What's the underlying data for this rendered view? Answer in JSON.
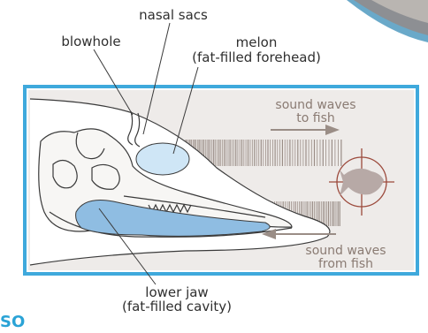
{
  "labels": {
    "nasal_sacs": "nasal sacs",
    "blowhole": "blowhole",
    "melon_line1": "melon",
    "melon_line2": "(fat-filled forehead)",
    "waves_to_line1": "sound waves",
    "waves_to_line2": "to fish",
    "waves_from_line1": "sound waves",
    "waves_from_line2": "from fish",
    "jaw_line1": "lower jaw",
    "jaw_line2": "(fat-filled cavity)",
    "partial_caption": "SO"
  },
  "colors": {
    "frame": "#3fa9dc",
    "panel": "#eeebe9",
    "skull_stroke": "#3a3a3a",
    "melon_fill": "#cfe6f6",
    "jaw_fill": "#8fbde2",
    "wave_stroke": "#9a8d86",
    "fish_fill": "#b7a9a6",
    "crosshair": "#9c4a3c"
  }
}
